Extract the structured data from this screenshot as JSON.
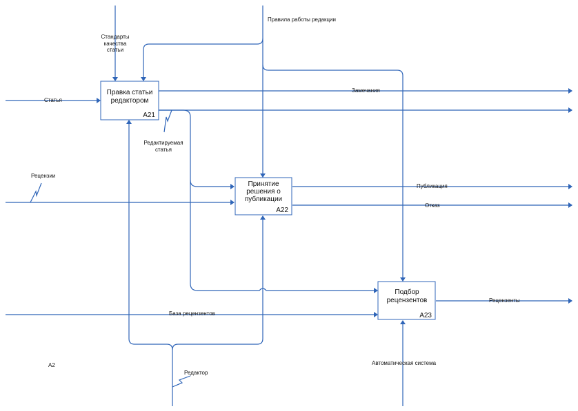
{
  "diagram_code": "A2",
  "colors": {
    "line": "#2f65b8",
    "text": "#111111",
    "background": "#ffffff"
  },
  "boxes": {
    "a21": {
      "title_lines": [
        "Правка статьи",
        "редактором"
      ],
      "number": "A21"
    },
    "a22": {
      "title_lines": [
        "Принятие",
        "решения о",
        "публикации"
      ],
      "number": "A22"
    },
    "a23": {
      "title_lines": [
        "Подбор",
        "рецензентов"
      ],
      "number": "A23"
    }
  },
  "labels": {
    "standards": [
      "Стандарты",
      "качества",
      "статьи"
    ],
    "rules": "Правила работы редакции",
    "article": "Статья",
    "remarks": "Замечания",
    "edited_article": [
      "Редактируемая",
      "статья"
    ],
    "reviews": "Рецензии",
    "publication": "Публикация",
    "rejection": "Отказ",
    "reviewer_db": "База рецензентов",
    "reviewers": "Рецензенты",
    "editor": "Редактор",
    "auto_system": "Автоматическая система"
  }
}
